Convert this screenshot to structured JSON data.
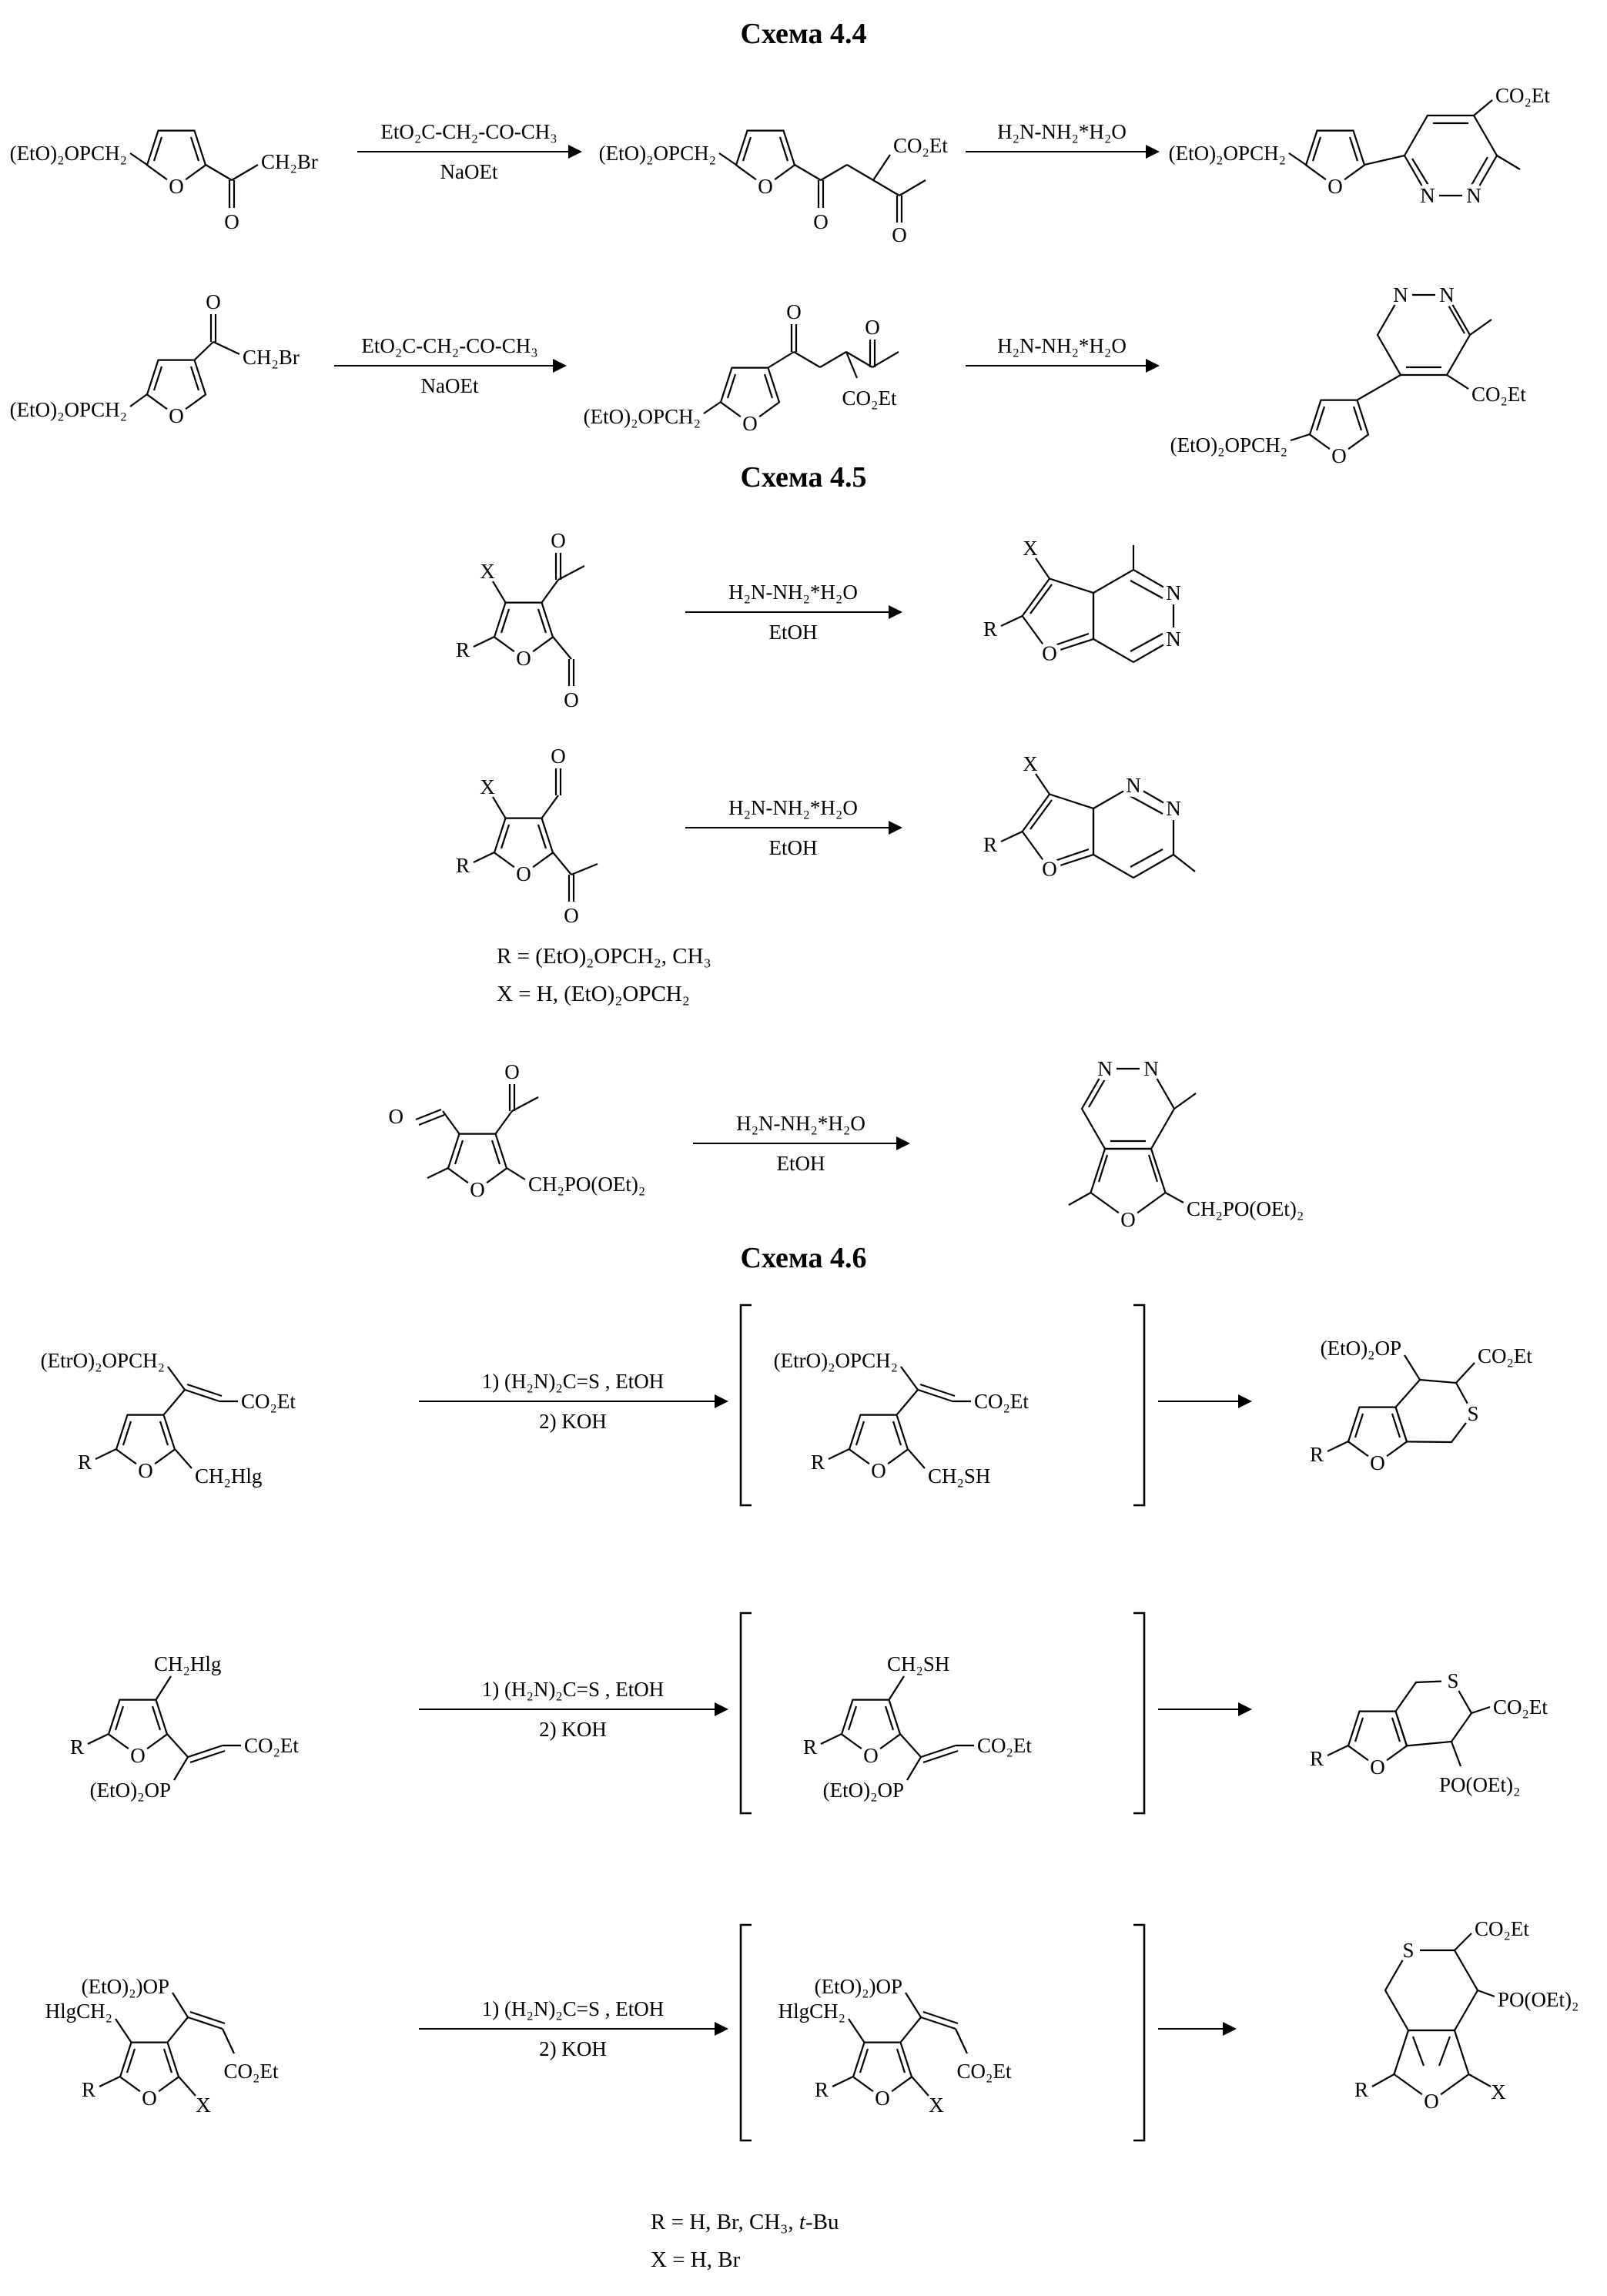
{
  "colors": {
    "ink": "#000000",
    "background": "#ffffff"
  },
  "titles": {
    "s44": "Схема 4.4",
    "s45": "Схема 4.5",
    "s46": "Схема 4.6"
  },
  "arrows": {
    "a44a": {
      "top": "EtO₂C-CH₂-CO-CH₃",
      "bottom": "NaOEt"
    },
    "a44b": {
      "top": "H₂N-NH₂*H₂O"
    },
    "a44c": {
      "top": "EtO₂C-CH₂-CO-CH₃",
      "bottom": "NaOEt"
    },
    "a44d": {
      "top": "H₂N-NH₂*H₂O"
    },
    "a45a": {
      "top": "H₂N-NH₂*H₂O",
      "bottom": "EtOH"
    },
    "a45b": {
      "top": "H₂N-NH₂*H₂O",
      "bottom": "EtOH"
    },
    "a45c": {
      "top": "H₂N-NH₂*H₂O",
      "bottom": "EtOH"
    },
    "a46a": {
      "top": "1) (H₂N)₂C=S , EtOH",
      "bottom": "2)   KOH"
    },
    "a46b": {
      "top": "1) (H₂N)₂C=S , EtOH",
      "bottom": "2)   KOH"
    },
    "a46c": {
      "top": "1) (H₂N)₂C=S , EtOH",
      "bottom": "2)   KOH"
    }
  },
  "molecules": {
    "m44a": {
      "p": "(EtO)₂OPCH₂",
      "ring_o": "O",
      "o1": "O",
      "sub": "CH₂Br"
    },
    "m44b": {
      "p": "(EtO)₂OPCH₂",
      "ring_o": "O",
      "o1": "O",
      "o2": "O",
      "ester": "CO₂Et"
    },
    "m44c": {
      "p": "(EtO)₂OPCH₂",
      "ring_o": "O",
      "n1": "N",
      "n2": "N",
      "ester": "CO₂Et"
    },
    "m44d": {
      "p": "(EtO)₂OPCH₂",
      "ring_o": "O",
      "o1": "O",
      "sub": "CH₂Br"
    },
    "m44e": {
      "p": "(EtO)₂OPCH₂",
      "ring_o": "O",
      "o1": "O",
      "o2": "O",
      "ester": "CO₂Et"
    },
    "m44f": {
      "p": "(EtO)₂OPCH₂",
      "ring_o": "O",
      "n1": "N",
      "n2": "N",
      "ester": "CO₂Et"
    },
    "m45a": {
      "x": "X",
      "o1": "O",
      "r": "R",
      "ring_o": "O",
      "o2": "O"
    },
    "m45b": {
      "x": "X",
      "n1": "N",
      "n2": "N",
      "r": "R",
      "ring_o": "O"
    },
    "m45c": {
      "x": "X",
      "o1": "O",
      "r": "R",
      "ring_o": "O",
      "o2": "O"
    },
    "m45d": {
      "x": "X",
      "n1": "N",
      "n2": "N",
      "r": "R",
      "ring_o": "O"
    },
    "m45e": {
      "o1": "O",
      "o2": "O",
      "ring_o": "O",
      "sub": "CH₂PO(OEt)₂"
    },
    "m45f": {
      "n1": "N",
      "n2": "N",
      "ring_o": "O",
      "sub": "CH₂PO(OEt)₂"
    },
    "m46a": {
      "p": "(EtrO)₂OPCH₂",
      "ester": "CO₂Et",
      "r": "R",
      "ring_o": "O",
      "sub": "CH₂Hlg"
    },
    "m46b": {
      "p": "(EtrO)₂OPCH₂",
      "ester": "CO₂Et",
      "r": "R",
      "ring_o": "O",
      "sub": "CH₂SH"
    },
    "m46c": {
      "p": "(EtO)₂OP",
      "ester": "CO₂Et",
      "r": "R",
      "ring_o": "O",
      "s": "S"
    },
    "m46d": {
      "sub": "CH₂Hlg",
      "ester": "CO₂Et",
      "r": "R",
      "ring_o": "O",
      "p": "(EtO)₂OP"
    },
    "m46e": {
      "sub": "CH₂SH",
      "ester": "CO₂Et",
      "r": "R",
      "ring_o": "O",
      "p": "(EtO)₂OP"
    },
    "m46f": {
      "s": "S",
      "ester": "CO₂Et",
      "r": "R",
      "ring_o": "O",
      "p": "PO(OEt)₂"
    },
    "m46g": {
      "p": "(EtO)₂)OP",
      "sub": "HlgCH₂",
      "ester": "CO₂Et",
      "r": "R",
      "ring_o": "O",
      "x": "X"
    },
    "m46h": {
      "p": "(EtO)₂)OP",
      "sub": "HlgCH₂",
      "ester": "CO₂Et",
      "r": "R",
      "ring_o": "O",
      "x": "X"
    },
    "m46i": {
      "ester": "CO₂Et",
      "s": "S",
      "p": "PO(OEt)₂",
      "r": "R",
      "ring_o": "O",
      "x": "X"
    }
  },
  "notes": {
    "n45_r": "R = (EtO)₂OPCH₂, CH₃",
    "n45_x": "X  = H, (EtO)₂OPCH₂",
    "n46_r_prefix": "R = H, Br, CH₃, ",
    "n46_r_italic": "t",
    "n46_r_suffix": "-Bu",
    "n46_x": "X = H, Br"
  }
}
